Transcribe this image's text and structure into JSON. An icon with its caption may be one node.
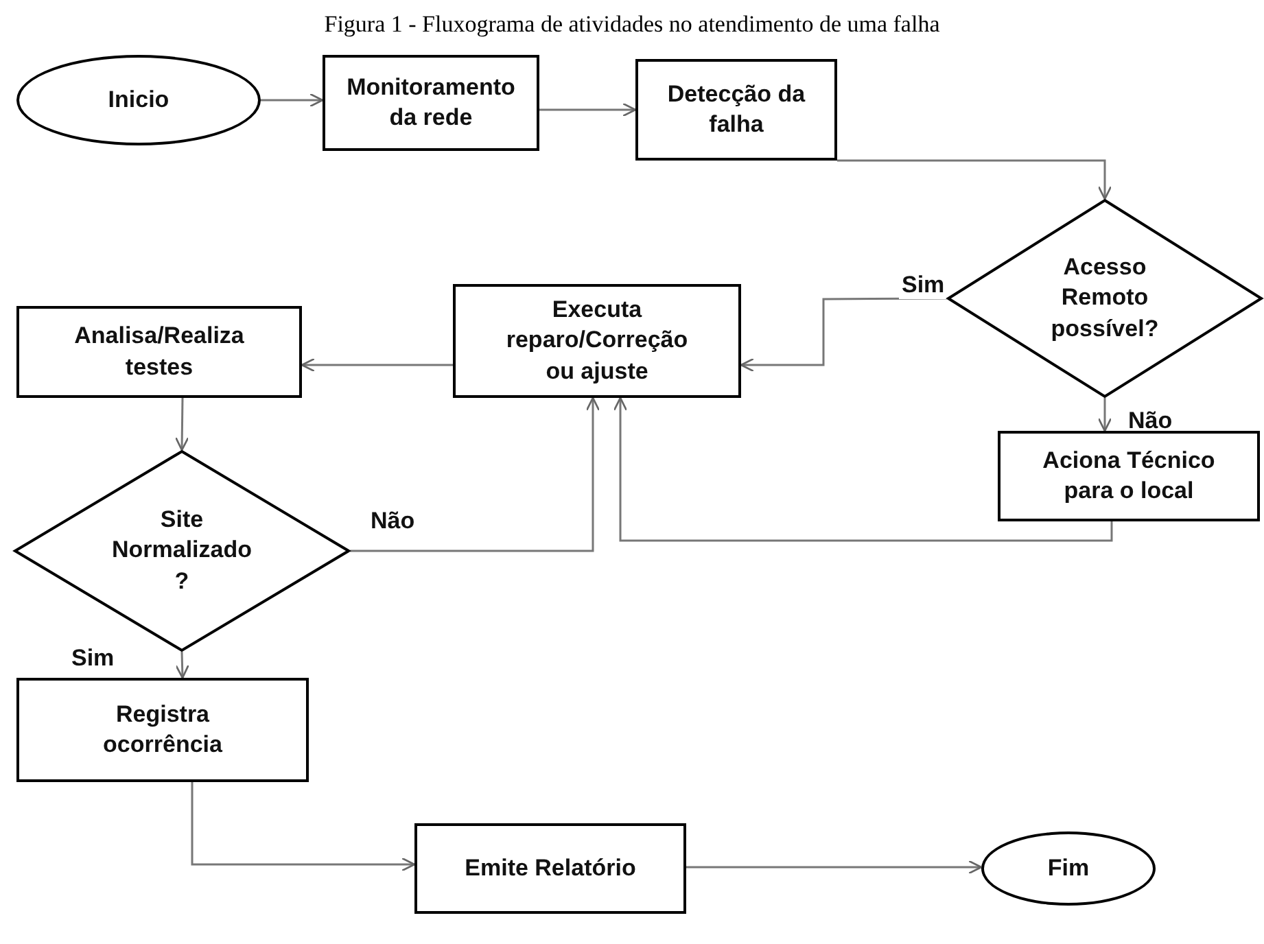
{
  "diagram": {
    "title": "Figura 1 - Fluxograma de atividades no atendimento de uma falha",
    "nodes": [
      {
        "text": [
          "Inicio"
        ]
      },
      {
        "text": [
          "Monitoramento da rede"
        ]
      },
      {
        "text": [
          "Detecção da falha"
        ]
      },
      {
        "text": [
          "Acesso Remoto possível?"
        ]
      },
      {
        "text": [
          "Executa reparo/Correção ou ajuste"
        ]
      },
      {
        "text": [
          "Analisa/Realiza testes"
        ]
      },
      {
        "text": [
          "Aciona Técnico para o local"
        ]
      },
      {
        "text": [
          "Site Normalizado ?"
        ]
      },
      {
        "text": [
          "Registra ocorrência"
        ]
      },
      {
        "text": [
          "Emite Relatório"
        ]
      },
      {
        "text": [
          "Fim"
        ]
      }
    ],
    "edges": [
      {
        "from": 0,
        "to": 1,
        "arrow": "to"
      },
      {
        "from": 1,
        "to": 2,
        "arrow": "to"
      },
      {
        "from": 2,
        "to": 3,
        "arrow": "to"
      },
      {
        "from": 3,
        "to": 4,
        "arrow": "to",
        "label": "Sim"
      },
      {
        "from": 3,
        "to": 6,
        "arrow": "to",
        "label": "Não"
      },
      {
        "from": 6,
        "to": 4,
        "arrow": "to"
      },
      {
        "from": 4,
        "to": 5,
        "arrow": "to"
      },
      {
        "from": 5,
        "to": 7,
        "arrow": "to"
      },
      {
        "from": 7,
        "to": 4,
        "arrow": "to",
        "label": "Não"
      },
      {
        "from": 7,
        "to": 8,
        "arrow": "to",
        "label": "Sim"
      },
      {
        "from": 8,
        "to": 9,
        "arrow": "to"
      },
      {
        "from": 9,
        "to": 10,
        "arrow": "to"
      }
    ]
  }
}
